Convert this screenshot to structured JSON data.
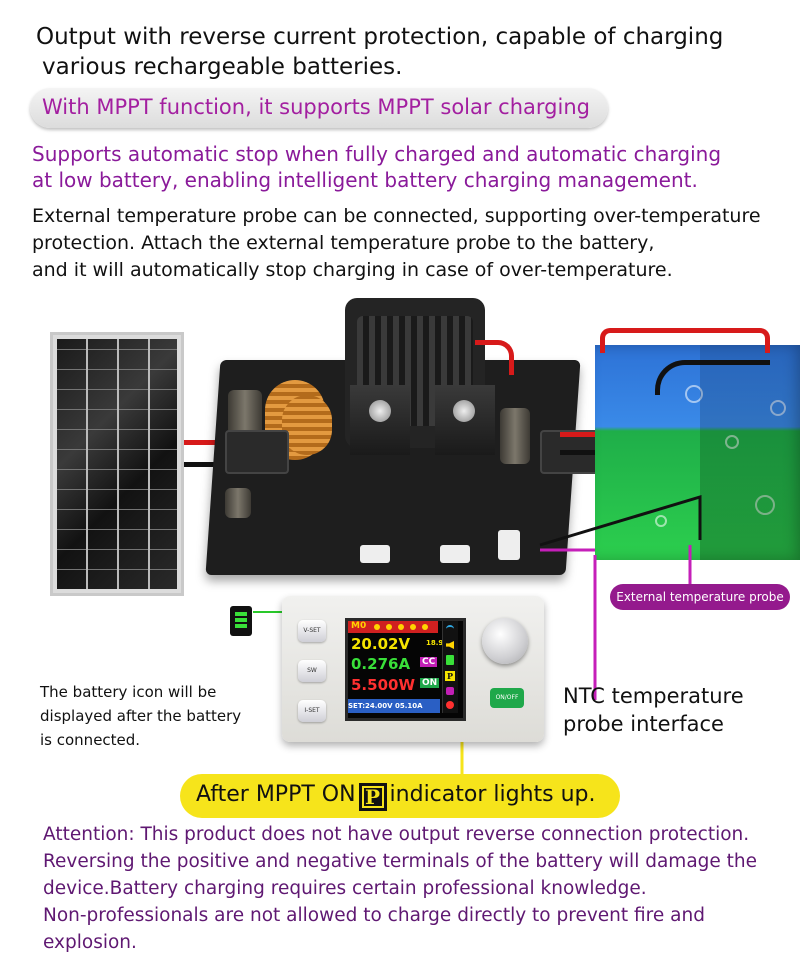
{
  "headline": {
    "line1": "Output with reverse current protection, capable of charging",
    "line2": "various rechargeable batteries."
  },
  "mppt_banner": "With MPPT function, it supports MPPT solar charging",
  "auto_stop": {
    "line1": "Supports automatic stop when fully charged and automatic charging",
    "line2": "at low battery, enabling intelligent battery charging management."
  },
  "temperature": {
    "line1": "External temperature probe can be connected, supporting over-temperature",
    "line2": "protection. Attach the external temperature probe to the battery,",
    "line3": "and it will automatically stop charging in case of over-temperature."
  },
  "probe_label": "External temperature probe",
  "ntc_label": {
    "line1": "NTC temperature",
    "line2": "probe interface"
  },
  "battery_note": {
    "line1": "The battery icon will be",
    "line2": "displayed after the battery",
    "line3": "is connected."
  },
  "module": {
    "buttons": {
      "vset": "V-SET",
      "sw": "SW",
      "iset": "I-SET",
      "onoff": "ON/OFF"
    },
    "screen": {
      "mode": "M0",
      "voltage": "20.02V",
      "current": "0.276A",
      "power": "5.500W",
      "temp": "18.9",
      "cc_badge": "CC",
      "on_badge": "ON",
      "mppt_badge": "P",
      "setpoint": "SET:24.00V 05.10A"
    }
  },
  "mppt_indicator": {
    "before": "After MPPT ON",
    "icon_letter": "P",
    "after": "indicator lights up."
  },
  "attention": {
    "line1": "Attention: This product does not have output reverse connection protection.",
    "line2": "Reversing the positive and negative terminals of the battery will damage the",
    "line3": "device.Battery charging requires certain professional knowledge.",
    "line4": "Non-professionals are not allowed to charge directly to prevent fire and",
    "line5": "explosion."
  },
  "colors": {
    "purple": "#8a1a9a",
    "banner_purple": "#a31fa0",
    "probe_purple": "#941a8d",
    "yellow_highlight": "#f6e41b",
    "screen_green": "#39e039",
    "screen_yellow": "#f5e400",
    "screen_red": "#ff3030"
  }
}
